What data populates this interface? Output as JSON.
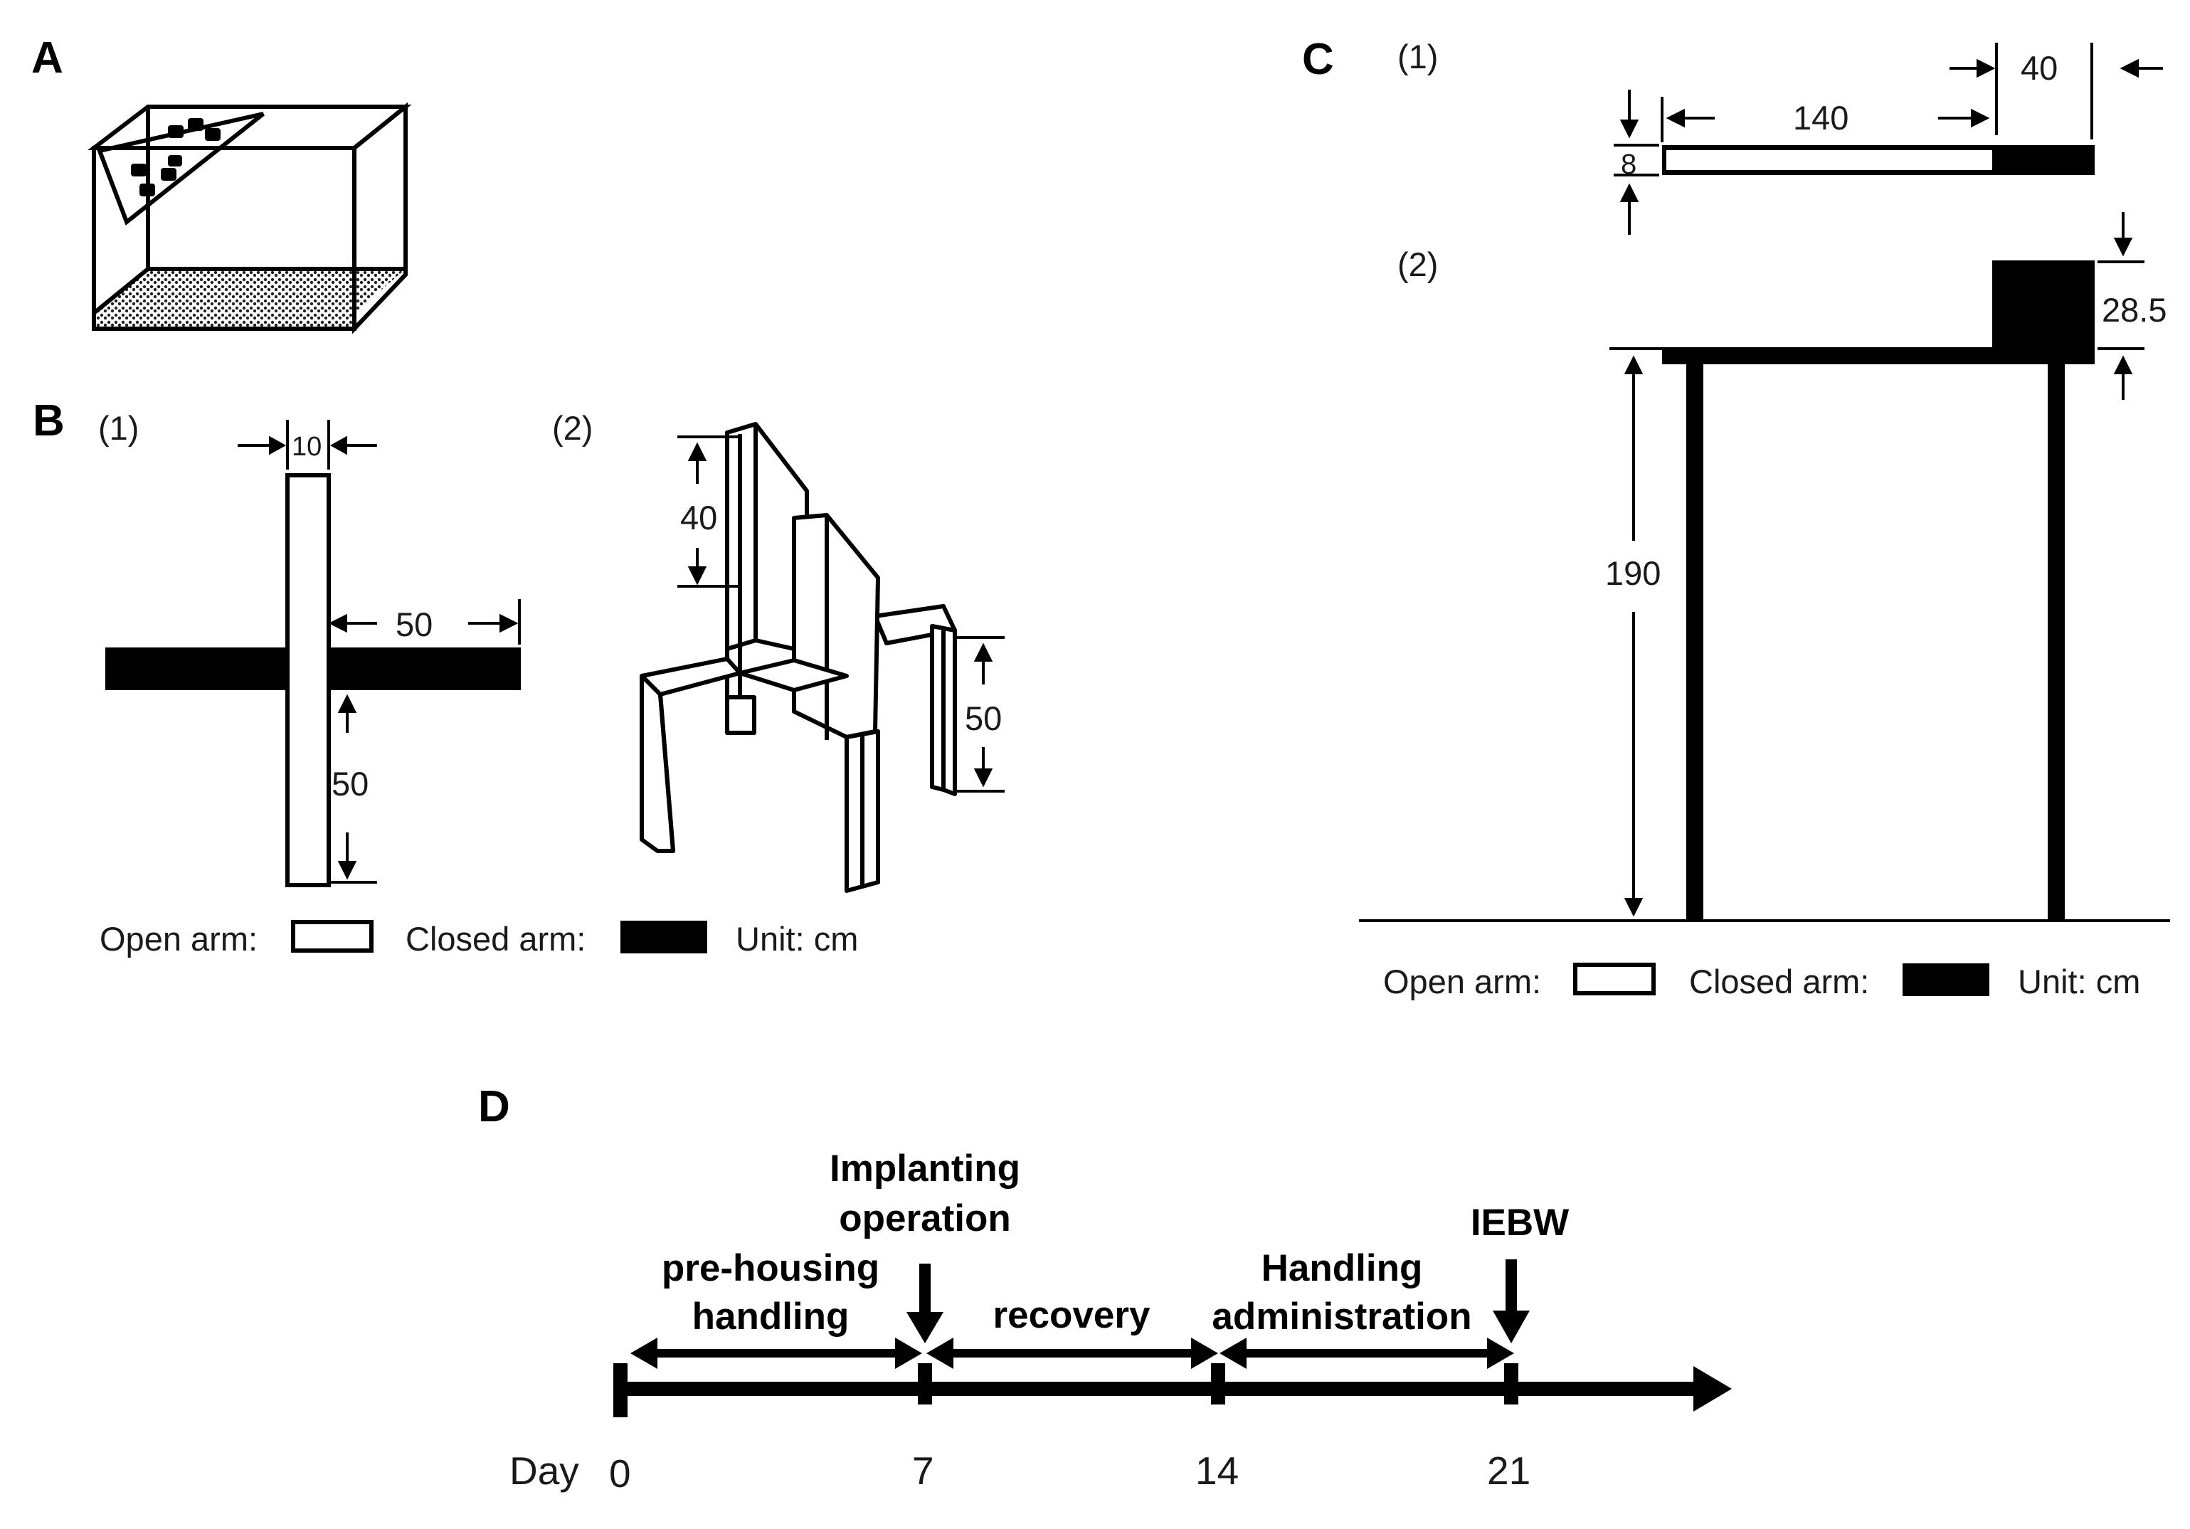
{
  "panels": {
    "A": {
      "label": "A"
    },
    "B": {
      "label": "B",
      "sub1": "(1)",
      "sub2": "(2)",
      "dims": {
        "arm_width": "10",
        "closed_arm_length": "50",
        "open_arm_length": "50",
        "wall_height": "40",
        "leg_height": "50"
      },
      "legend": {
        "open": "Open arm:",
        "closed": "Closed arm:",
        "unit": "Unit: cm"
      }
    },
    "C": {
      "label": "C",
      "sub1": "(1)",
      "sub2": "(2)",
      "dims": {
        "closed_length": "40",
        "open_length": "140",
        "width": "8",
        "wall_height": "28.5",
        "leg_height": "190"
      },
      "legend": {
        "open": "Open arm:",
        "closed": "Closed arm:",
        "unit": "Unit: cm"
      }
    },
    "D": {
      "label": "D",
      "axis_label": "Day",
      "ticks": [
        "0",
        "7",
        "14",
        "21"
      ],
      "phases": {
        "pre_housing_line1": "pre-housing",
        "pre_housing_line2": "handling",
        "recovery": "recovery",
        "handling_line1": "Handling",
        "handling_line2": "administration"
      },
      "events": {
        "implant_line1": "Implanting",
        "implant_line2": "operation",
        "iebw": "IEBW"
      }
    }
  },
  "colors": {
    "ink": "#000000",
    "text": "#1a1a1a",
    "background": "#ffffff"
  }
}
